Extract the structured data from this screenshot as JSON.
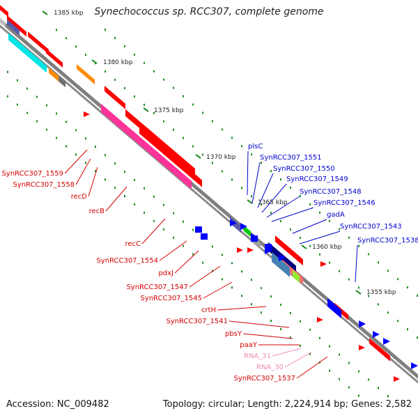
{
  "title": "Synechococcus sp. RCC307, complete genome",
  "footer": {
    "accession": "Accession: NC_009482",
    "topology": "Topology: circular; Length: 2,224,914 bp; Genes: 2,582"
  },
  "colors": {
    "backbone": "#7f7f7f",
    "tick": "#1e8c1e",
    "forward_label": "#d40000",
    "reverse_label": "#0000cc",
    "rna_label": "#f08cb4"
  },
  "scale_labels": [
    "1385 kbp",
    "1380 kbp",
    "1375 kbp",
    "1370 kbp",
    "1365 kbp",
    "1360 kbp",
    "1355 kbp"
  ],
  "forward_labels": [
    "SynRCC307_1559",
    "SynRCC307_1558",
    "recD",
    "recB",
    "recC",
    "SynRCC307_1554",
    "pdxJ",
    "SynRCC307_1547",
    "SynRCC307_1545",
    "crtH",
    "SynRCC307_1541",
    "pbsY",
    "paaY"
  ],
  "rna_labels": [
    "RNA_31",
    "RNA_30"
  ],
  "forward_labels_tail": [
    "SynRCC307_1537"
  ],
  "reverse_labels": [
    "plsC",
    "SynRCC307_1551",
    "SynRCC307_1550",
    "SynRCC307_1549",
    "SynRCC307_1548",
    "SynRCC307_1546",
    "gadA",
    "SynRCC307_1543",
    "SynRCC307_1538"
  ]
}
